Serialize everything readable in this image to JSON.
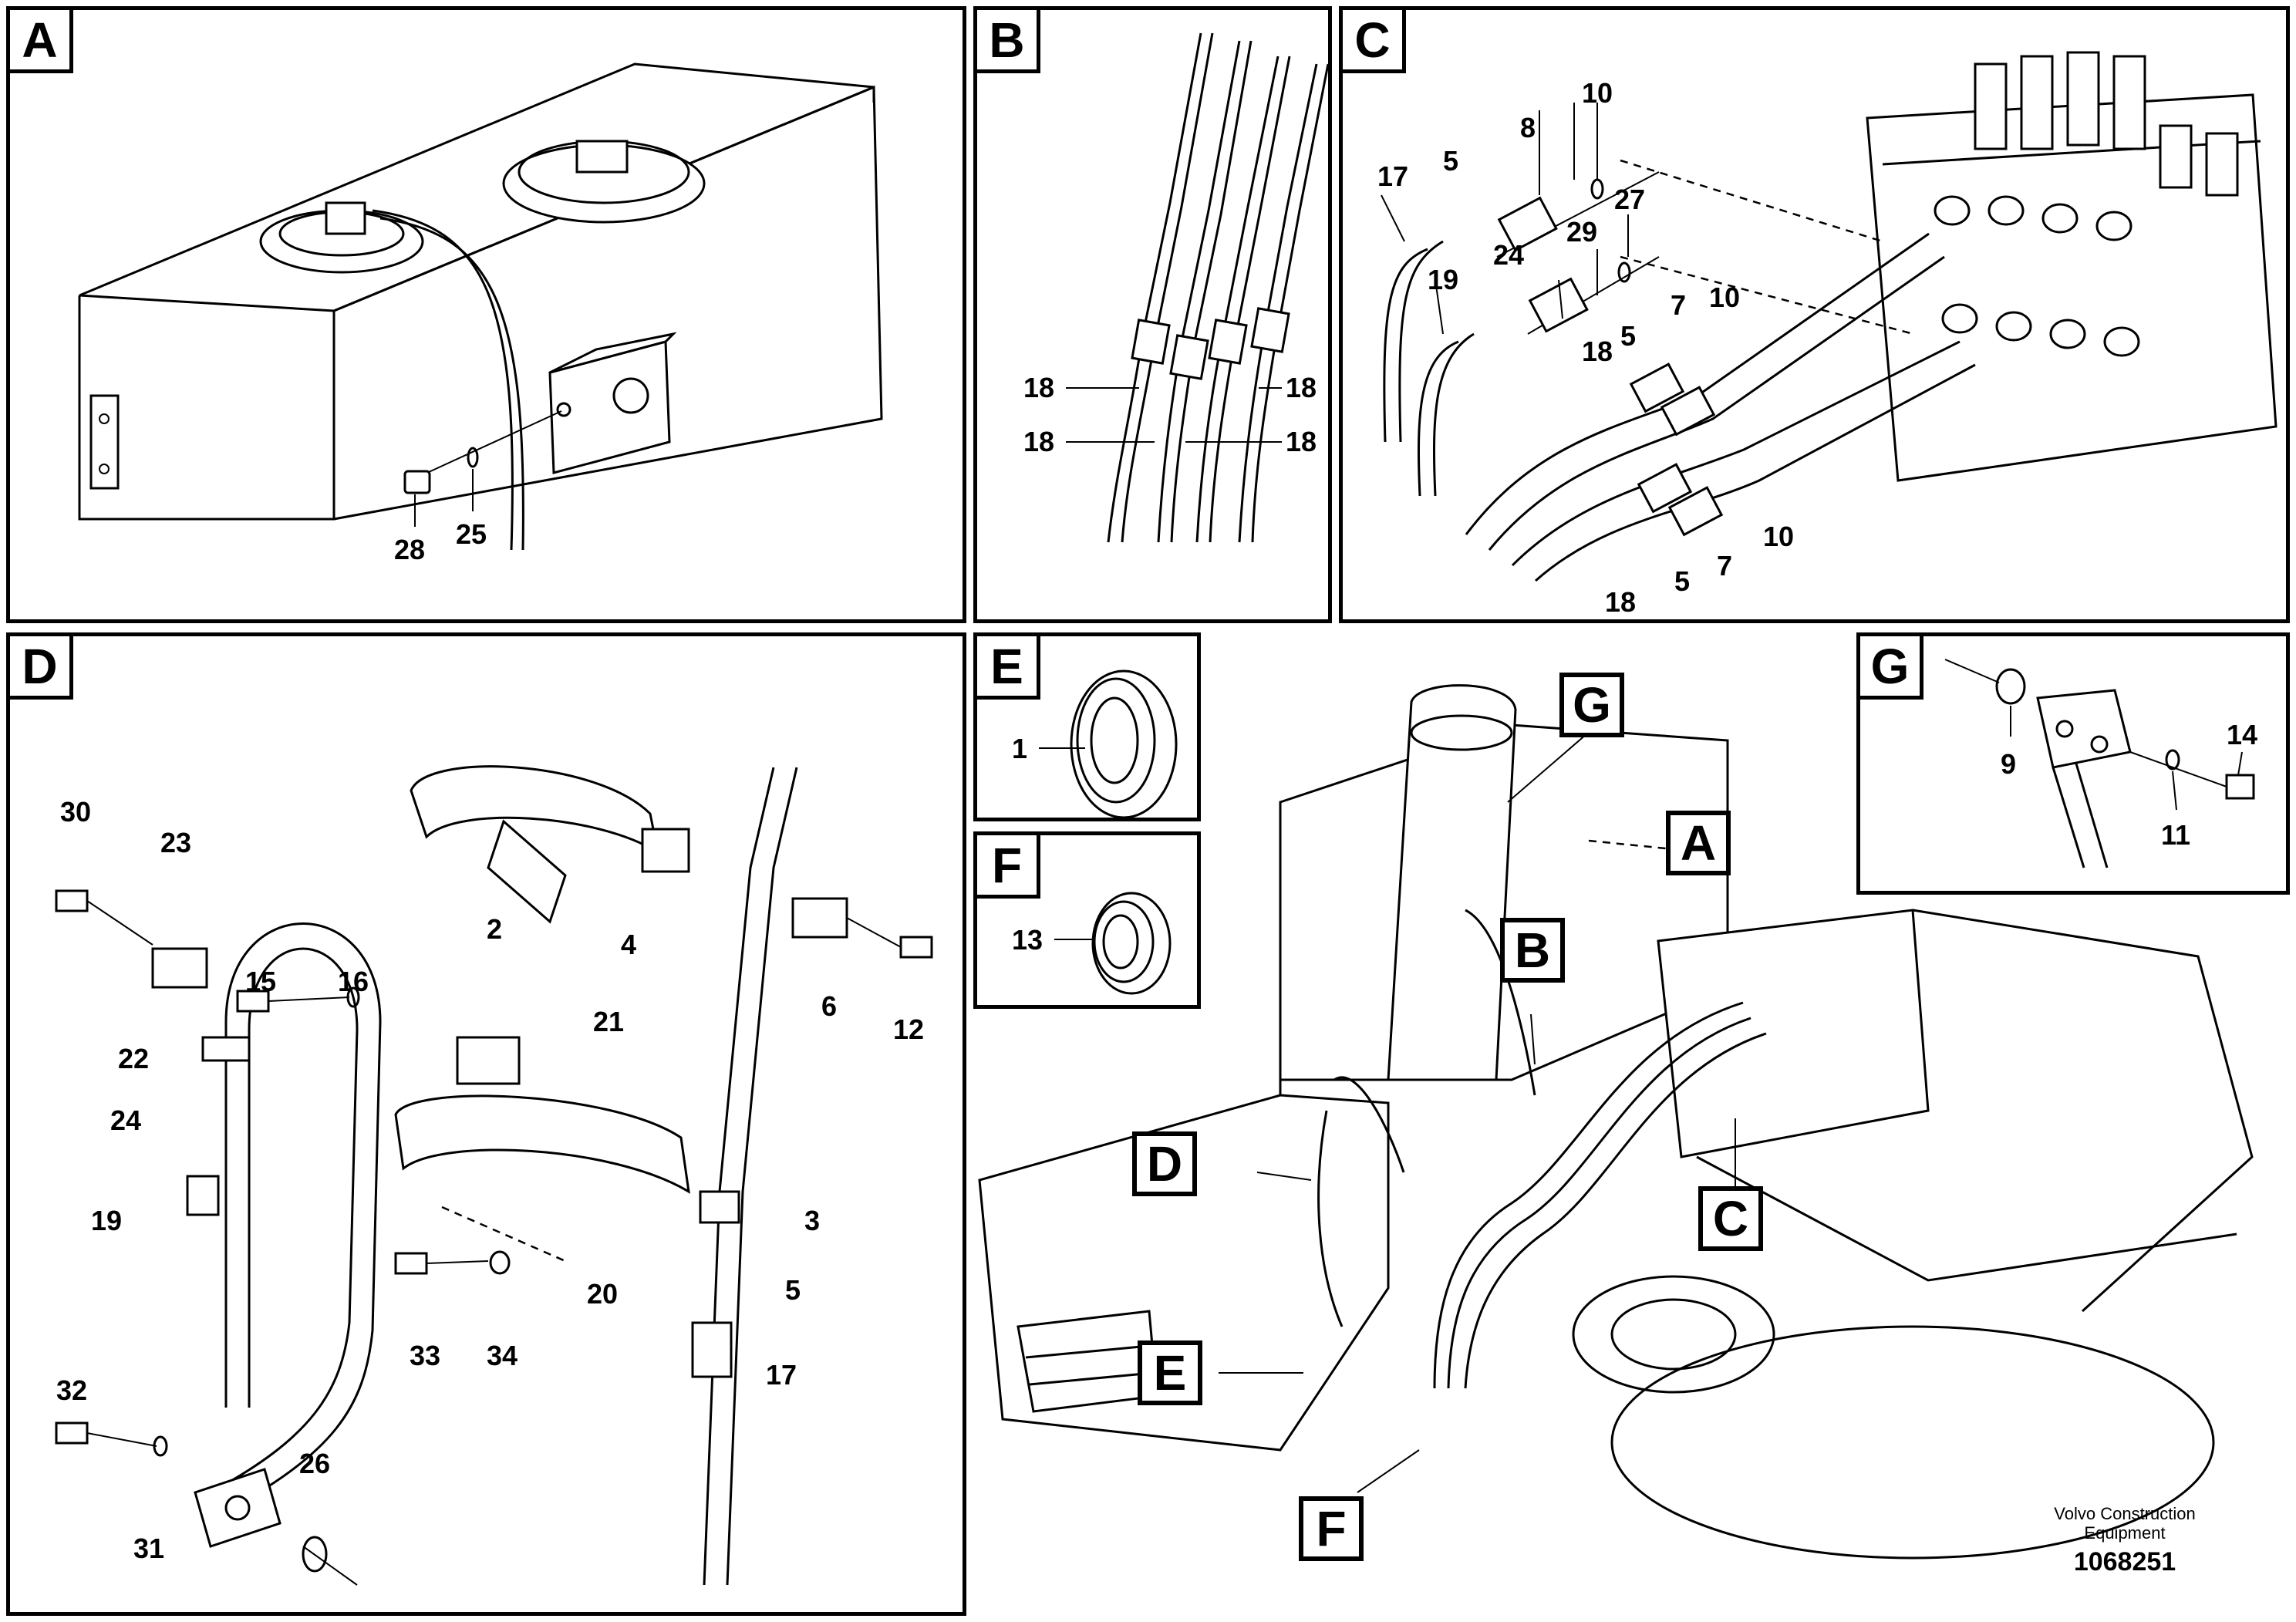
{
  "panels": {
    "A": {
      "tag": "A",
      "labels": [
        "28",
        "25"
      ]
    },
    "B": {
      "tag": "B",
      "labels": [
        "18",
        "18",
        "18",
        "18"
      ]
    },
    "C": {
      "tag": "C",
      "labels": [
        "10",
        "8",
        "17",
        "5",
        "27",
        "29",
        "24",
        "19",
        "7",
        "10",
        "18",
        "5",
        "10",
        "5",
        "7",
        "18"
      ]
    },
    "D": {
      "tag": "D",
      "labels": [
        "15",
        "16",
        "30",
        "23",
        "2",
        "4",
        "6",
        "12",
        "21",
        "22",
        "24",
        "19",
        "3",
        "5",
        "20",
        "33",
        "34",
        "17",
        "32",
        "26",
        "31"
      ]
    },
    "E": {
      "tag": "E",
      "labels": [
        "1"
      ]
    },
    "F": {
      "tag": "F",
      "labels": [
        "13"
      ]
    },
    "G": {
      "tag": "G",
      "labels": [
        "9",
        "14",
        "11"
      ]
    }
  },
  "overview_callouts": [
    "G",
    "A",
    "B",
    "D",
    "C",
    "E",
    "F"
  ],
  "footer": {
    "brand_line1": "Volvo Construction",
    "brand_line2": "Equipment",
    "drawing_number": "1068251"
  }
}
